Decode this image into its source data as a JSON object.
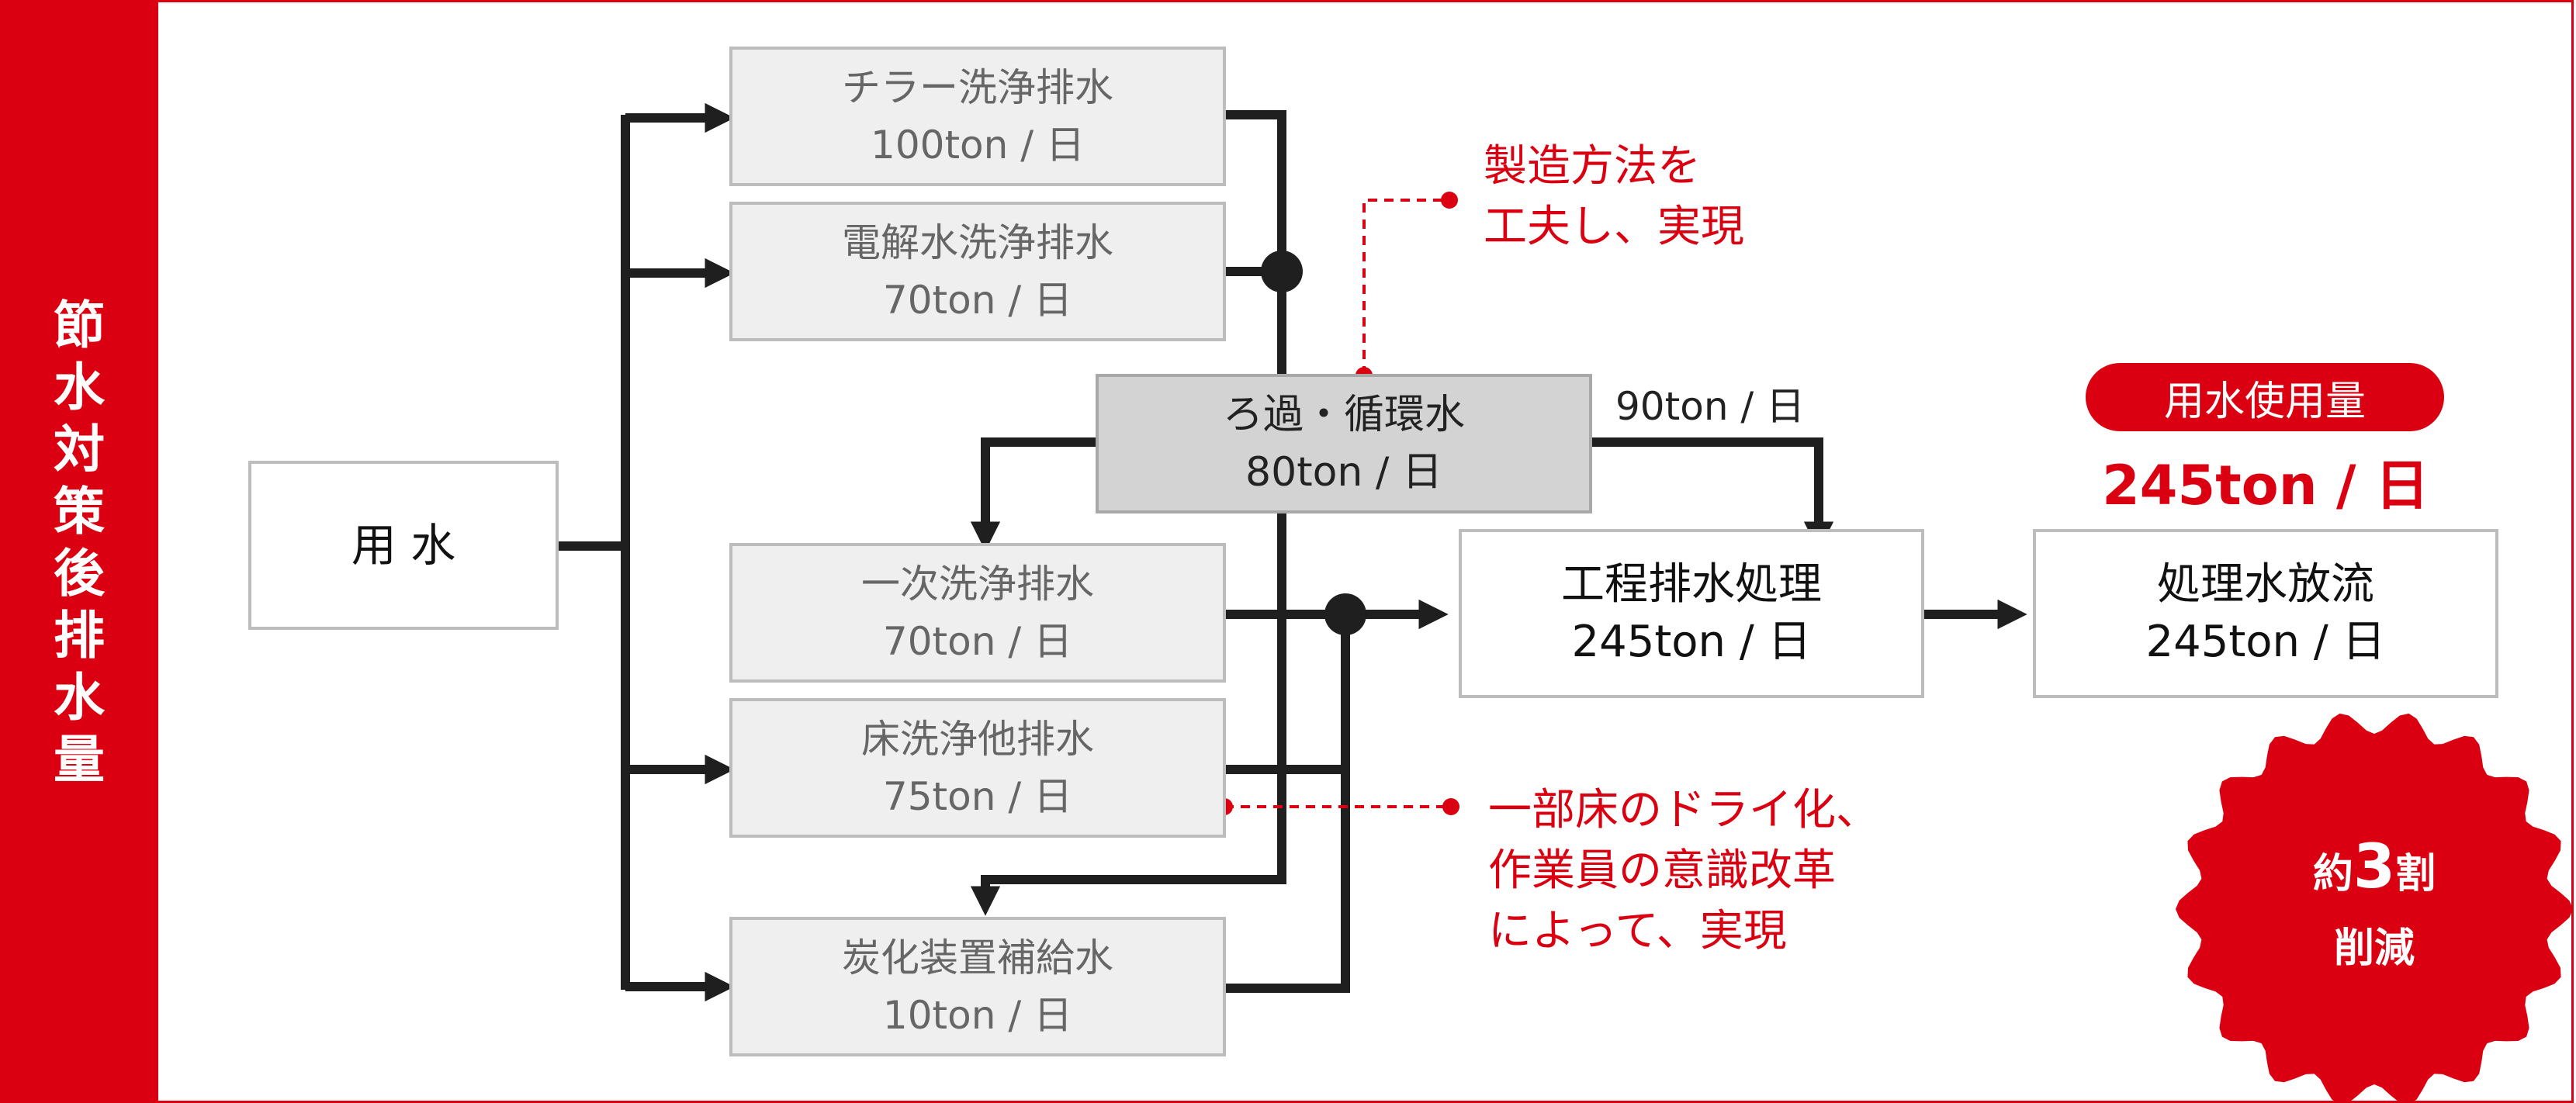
{
  "sidebar": {
    "label": "節水対策後排水量"
  },
  "source": {
    "label": "用 水"
  },
  "inputs": [
    {
      "name": "チラー洗浄排水",
      "value": "100ton / 日"
    },
    {
      "name": "電解水洗浄排水",
      "value": "70ton / 日"
    },
    {
      "name": "一次洗浄排水",
      "value": "70ton / 日"
    },
    {
      "name": "床洗浄他排水",
      "value": "75ton / 日"
    },
    {
      "name": "炭化装置補給水",
      "value": "10ton / 日"
    }
  ],
  "recycle": {
    "name": "ろ過・循環水",
    "value": "80ton / 日",
    "flow_label": "90ton / 日"
  },
  "treatment": {
    "name": "工程排水処理",
    "value": "245ton / 日"
  },
  "discharge": {
    "name": "処理水放流",
    "value": "245ton / 日"
  },
  "notes": {
    "manufacturing": [
      "製造方法を",
      "工夫し、実現"
    ],
    "floor": [
      "一部床のドライ化、",
      "作業員の意識改革",
      "によって、実現"
    ]
  },
  "usage": {
    "pill": "用水使用量",
    "value": "245ton / 日"
  },
  "badge": {
    "prefix": "約",
    "number": "3",
    "suffix": "割",
    "line2": "削減"
  },
  "colors": {
    "accent": "#db0011",
    "line": "#1f1f1f"
  }
}
